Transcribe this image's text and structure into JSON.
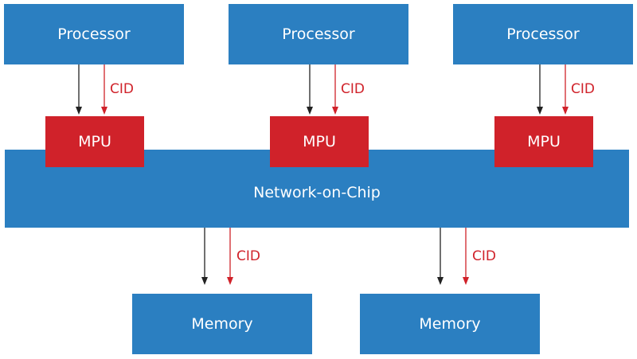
{
  "processors": [
    {
      "label": "Processor"
    },
    {
      "label": "Processor"
    },
    {
      "label": "Processor"
    }
  ],
  "mpus": [
    {
      "label": "MPU"
    },
    {
      "label": "MPU"
    },
    {
      "label": "MPU"
    }
  ],
  "network": {
    "label": "Network-on-Chip"
  },
  "memories": [
    {
      "label": "Memory"
    },
    {
      "label": "Memory"
    }
  ],
  "cid_label": "CID",
  "colors": {
    "blue": "#2b7fc1",
    "red": "#d0222a",
    "arrow_black": "#222222"
  }
}
